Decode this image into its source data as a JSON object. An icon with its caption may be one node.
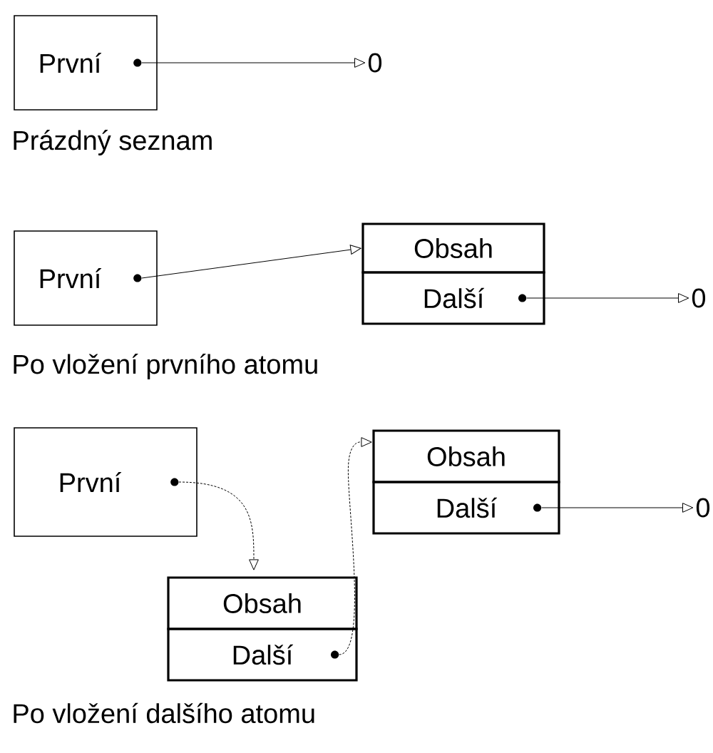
{
  "diagram": {
    "nodes": [
      {
        "text": [
          "První"
        ]
      },
      {
        "text": [
          "0"
        ]
      },
      {
        "text": [
          "První"
        ]
      },
      {
        "text": [
          "Obsah"
        ]
      },
      {
        "text": [
          "Další"
        ]
      },
      {
        "text": [
          "0"
        ]
      },
      {
        "text": [
          "První"
        ]
      },
      {
        "text": [
          "Obsah"
        ]
      },
      {
        "text": [
          "Další"
        ]
      },
      {
        "text": [
          "0"
        ]
      },
      {
        "text": [
          "Obsah"
        ]
      },
      {
        "text": [
          "Další"
        ]
      },
      {
        "text": [],
        "shape": "circle",
        "in": 0
      },
      {
        "text": [],
        "shape": "circle",
        "in": 2
      },
      {
        "text": [],
        "shape": "circle",
        "in": 4
      },
      {
        "text": [],
        "shape": "circle",
        "in": 6
      },
      {
        "text": [],
        "shape": "circle",
        "in": 8
      },
      {
        "text": [],
        "shape": "circle",
        "in": 11
      }
    ],
    "edges": [
      {
        "from": 12,
        "to": 1,
        "arrow": "to"
      },
      {
        "from": 13,
        "to": 3,
        "arrow": "to"
      },
      {
        "from": 14,
        "to": 5,
        "arrow": "to"
      },
      {
        "from": 15,
        "to": 10,
        "arrow": "to",
        "style": "dashed"
      },
      {
        "from": 17,
        "to": 7,
        "arrow": "to",
        "style": "dashed"
      },
      {
        "from": 16,
        "to": 9,
        "arrow": "to"
      }
    ],
    "labels": [
      "Prázdný seznam",
      "Po vložení prvního atomu",
      "Po vložení dalšího atomu"
    ]
  }
}
